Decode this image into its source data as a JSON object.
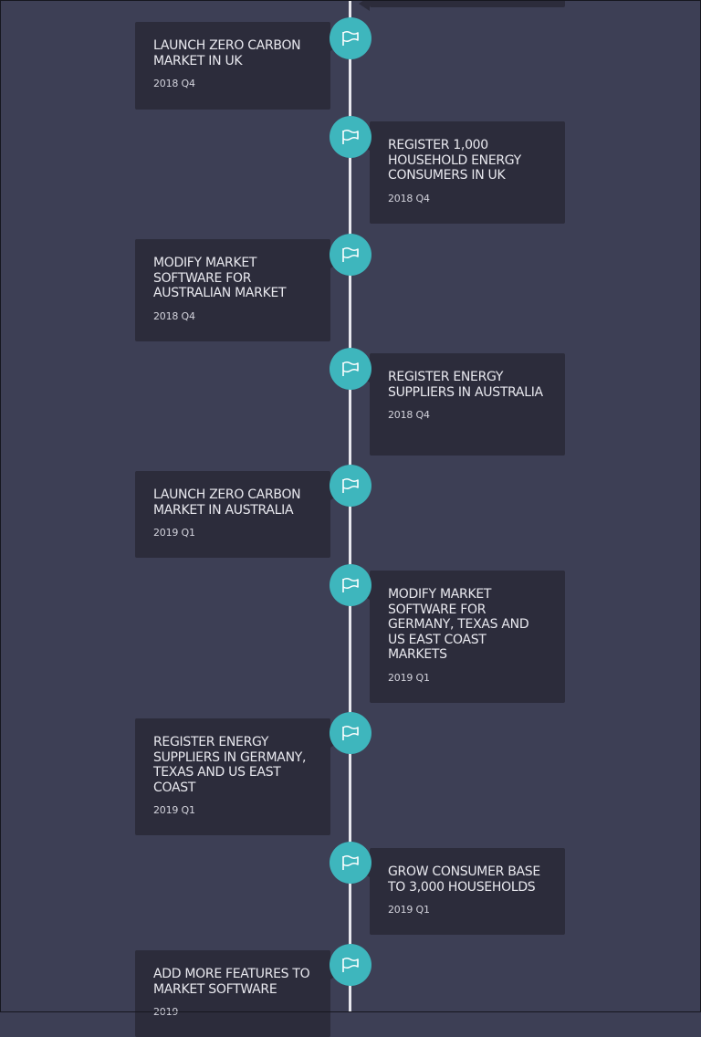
{
  "colors": {
    "background": "#3d3f55",
    "card": "#2c2c3b",
    "accent": "#3eb6bd",
    "line": "#e8e8ee",
    "text": "#e9e9ef"
  },
  "milestones": [
    {
      "title": "LAUNCH ZERO CARBON MARKET IN UK",
      "date": "2018 Q4",
      "side": "left",
      "icon": "flag-icon"
    },
    {
      "title": "REGISTER 1,000 HOUSEHOLD ENERGY CONSUMERS IN UK",
      "date": "2018 Q4",
      "side": "right",
      "icon": "flag-icon"
    },
    {
      "title": "MODIFY MARKET SOFTWARE FOR AUSTRALIAN MARKET",
      "date": "2018 Q4",
      "side": "left",
      "icon": "flag-icon"
    },
    {
      "title": "REGISTER ENERGY SUPPLIERS IN AUSTRALIA",
      "date": "2018 Q4",
      "side": "right",
      "icon": "flag-icon"
    },
    {
      "title": "LAUNCH ZERO CARBON MARKET IN AUSTRALIA",
      "date": "2019 Q1",
      "side": "left",
      "icon": "flag-icon"
    },
    {
      "title": "MODIFY MARKET SOFTWARE FOR GERMANY, TEXAS AND US EAST COAST MARKETS",
      "date": "2019 Q1",
      "side": "right",
      "icon": "flag-icon"
    },
    {
      "title": "REGISTER ENERGY SUPPLIERS IN GERMANY, TEXAS AND US EAST COAST",
      "date": "2019 Q1",
      "side": "left",
      "icon": "flag-icon"
    },
    {
      "title": "GROW CONSUMER BASE TO 3,000 HOUSEHOLDS",
      "date": "2019 Q1",
      "side": "right",
      "icon": "flag-icon"
    },
    {
      "title": "ADD MORE FEATURES TO MARKET SOFTWARE",
      "date": "2019",
      "side": "left",
      "icon": "flag-icon"
    }
  ]
}
